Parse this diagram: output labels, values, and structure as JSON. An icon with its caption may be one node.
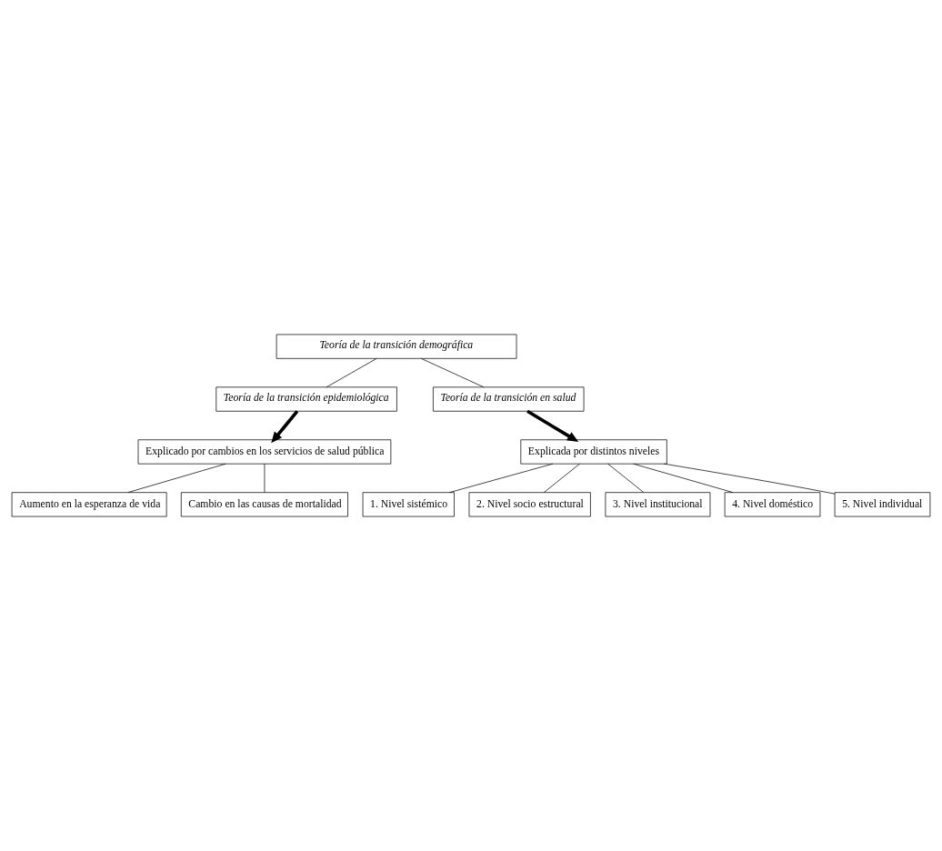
{
  "diagram": {
    "nodes": [
      {
        "text": [
          "Teoría de la transición demográfica"
        ]
      },
      {
        "text": [
          "Teoría de la transición epidemiológica"
        ]
      },
      {
        "text": [
          "Teoría de la transición en salud"
        ]
      },
      {
        "text": [
          "Explicado por cambios en los servicios de salud pública"
        ]
      },
      {
        "text": [
          "Explicada por distintos niveles"
        ]
      },
      {
        "text": [
          "Aumento en la esperanza de vida"
        ]
      },
      {
        "text": [
          "Cambio en las causas de mortalidad"
        ]
      },
      {
        "text": [
          "1. Nivel sistémico"
        ]
      },
      {
        "text": [
          "2. Nivel socio estructural"
        ]
      },
      {
        "text": [
          "3. Nivel institucional"
        ]
      },
      {
        "text": [
          "4. Nivel doméstico"
        ]
      },
      {
        "text": [
          "5. Nivel individual"
        ]
      }
    ],
    "edges": [
      {
        "from": 0,
        "to": 1,
        "arrow": "none"
      },
      {
        "from": 0,
        "to": 2,
        "arrow": "none"
      },
      {
        "from": 1,
        "to": 3,
        "arrow": "to",
        "style": "thick"
      },
      {
        "from": 2,
        "to": 4,
        "arrow": "to",
        "style": "thick"
      },
      {
        "from": 3,
        "to": 5,
        "arrow": "none"
      },
      {
        "from": 3,
        "to": 6,
        "arrow": "none"
      },
      {
        "from": 4,
        "to": 7,
        "arrow": "none"
      },
      {
        "from": 4,
        "to": 8,
        "arrow": "none"
      },
      {
        "from": 4,
        "to": 9,
        "arrow": "none"
      },
      {
        "from": 4,
        "to": 10,
        "arrow": "none"
      },
      {
        "from": 4,
        "to": 11,
        "arrow": "none"
      }
    ]
  }
}
